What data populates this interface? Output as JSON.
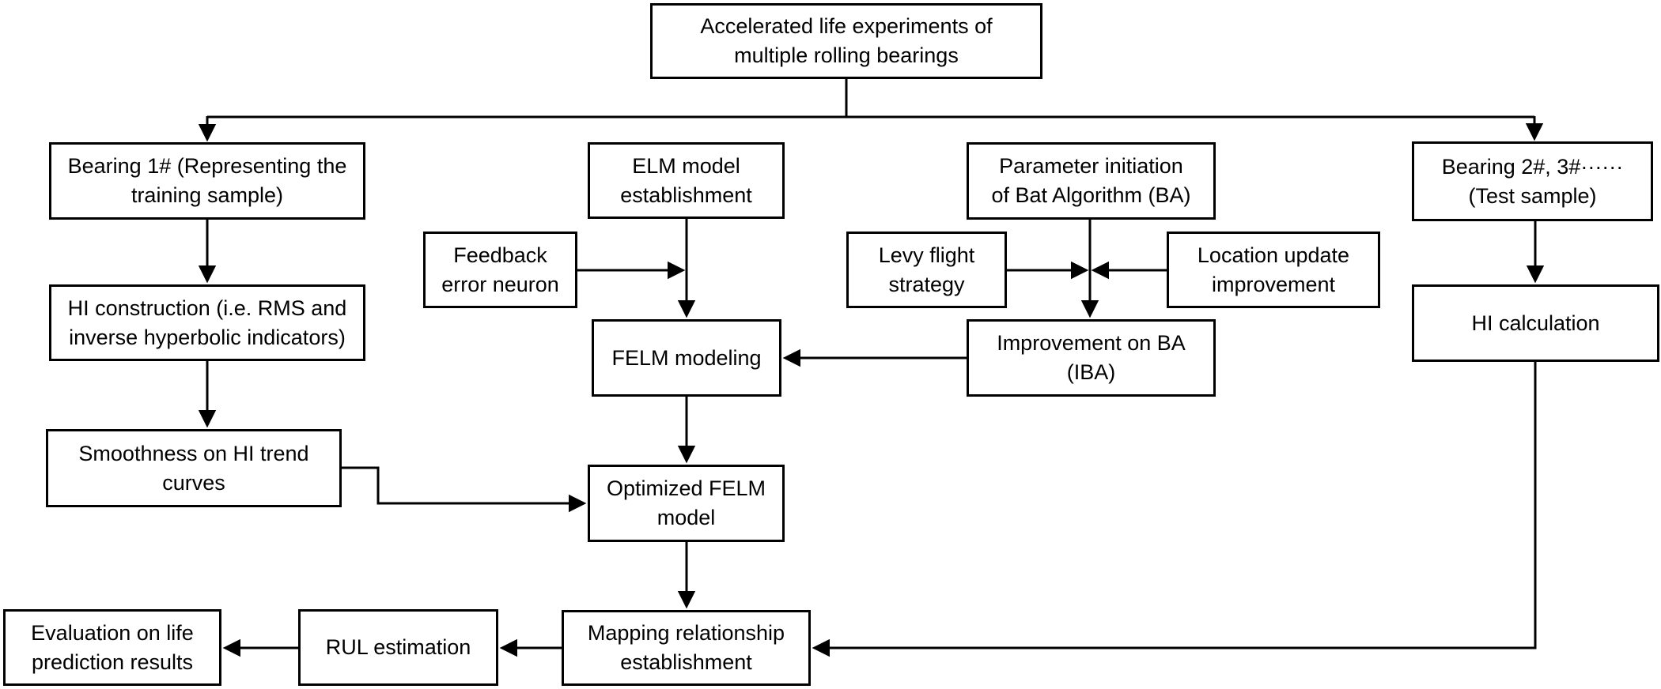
{
  "diagram": {
    "type": "flowchart",
    "colors": {
      "background": "#ffffff",
      "box_fill": "#ffffff",
      "box_border": "#000000",
      "line": "#000000",
      "text": "#000000"
    },
    "nodes": {
      "accelerated_life": {
        "label": "Accelerated life experiments of\nmultiple rolling bearings"
      },
      "bearing1": {
        "label": "Bearing 1# (Representing the\ntraining sample)"
      },
      "hi_construction": {
        "label": "HI construction (i.e. RMS and\ninverse hyperbolic indicators)"
      },
      "smoothness": {
        "label": "Smoothness on HI trend\ncurves"
      },
      "elm": {
        "label": "ELM model\nestablishment"
      },
      "feedback": {
        "label": "Feedback\nerror neuron"
      },
      "felm": {
        "label": "FELM modeling"
      },
      "optimized_felm": {
        "label": "Optimized FELM\nmodel"
      },
      "param_ba": {
        "label": "Parameter initiation\nof Bat Algorithm (BA)"
      },
      "levy": {
        "label": "Levy flight\nstrategy"
      },
      "location_update": {
        "label": "Location update\nimprovement"
      },
      "iba": {
        "label": "Improvement on BA\n(IBA)"
      },
      "bearing23": {
        "label": "Bearing 2#, 3#······\n(Test sample)"
      },
      "hi_calculation": {
        "label": "HI calculation"
      },
      "mapping": {
        "label": "Mapping relationship\nestablishment"
      },
      "rul": {
        "label": "RUL estimation"
      },
      "evaluation": {
        "label": "Evaluation on life\nprediction results"
      }
    },
    "edges": [
      {
        "from": "accelerated_life",
        "to": "bearing1"
      },
      {
        "from": "accelerated_life",
        "to": "bearing23"
      },
      {
        "from": "bearing1",
        "to": "hi_construction"
      },
      {
        "from": "hi_construction",
        "to": "smoothness"
      },
      {
        "from": "smoothness",
        "to": "optimized_felm"
      },
      {
        "from": "elm",
        "to": "felm"
      },
      {
        "from": "feedback",
        "to": "felm"
      },
      {
        "from": "param_ba",
        "to": "iba"
      },
      {
        "from": "levy",
        "to": "iba"
      },
      {
        "from": "location_update",
        "to": "iba"
      },
      {
        "from": "iba",
        "to": "felm"
      },
      {
        "from": "felm",
        "to": "optimized_felm"
      },
      {
        "from": "optimized_felm",
        "to": "mapping"
      },
      {
        "from": "bearing23",
        "to": "hi_calculation"
      },
      {
        "from": "hi_calculation",
        "to": "mapping"
      },
      {
        "from": "mapping",
        "to": "rul"
      },
      {
        "from": "rul",
        "to": "evaluation"
      }
    ]
  }
}
